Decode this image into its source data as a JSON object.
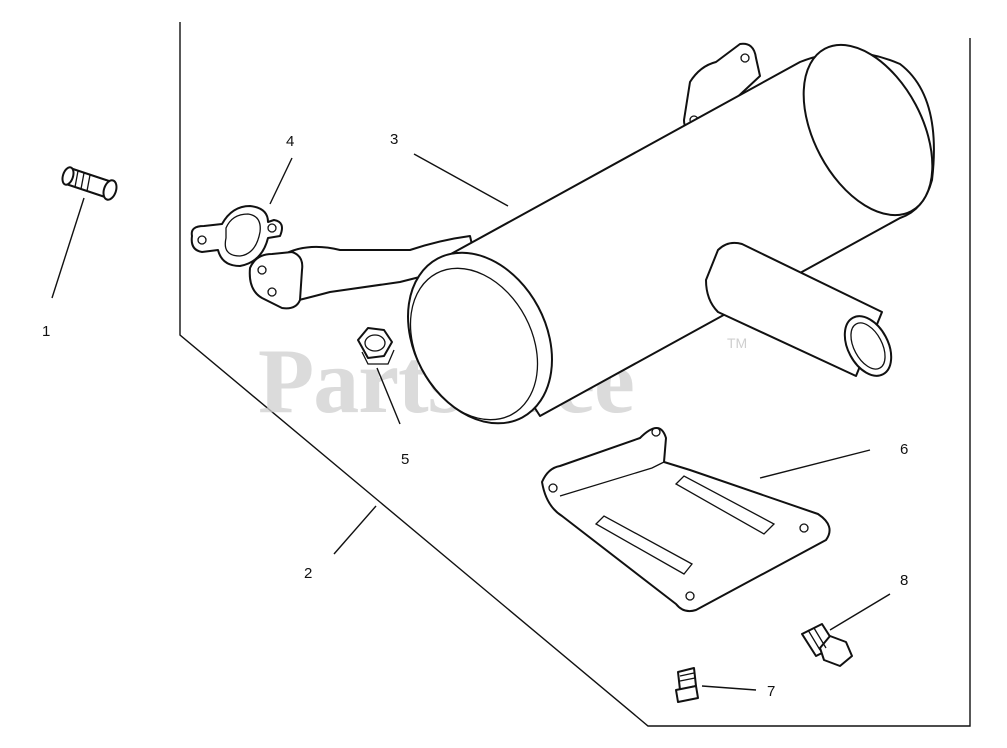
{
  "watermark": {
    "text": "PartsTree",
    "trademark": "TM"
  },
  "callouts": [
    {
      "id": "1",
      "label": "1"
    },
    {
      "id": "2",
      "label": "2"
    },
    {
      "id": "3",
      "label": "3"
    },
    {
      "id": "4",
      "label": "4"
    },
    {
      "id": "5",
      "label": "5"
    },
    {
      "id": "6",
      "label": "6"
    },
    {
      "id": "7",
      "label": "7"
    },
    {
      "id": "8",
      "label": "8"
    }
  ],
  "icons": {
    "part_1": "pipe-nipple-icon",
    "part_2": "assembly-boundary",
    "part_3": "muffler-icon",
    "part_4": "gasket-icon",
    "part_5": "flange-nut-icon",
    "part_6": "muffler-bracket-icon",
    "part_7": "screw-icon",
    "part_8": "bolt-icon"
  },
  "colors": {
    "ink": "#111111",
    "watermark": "#cfcfcf",
    "background": "#ffffff"
  }
}
